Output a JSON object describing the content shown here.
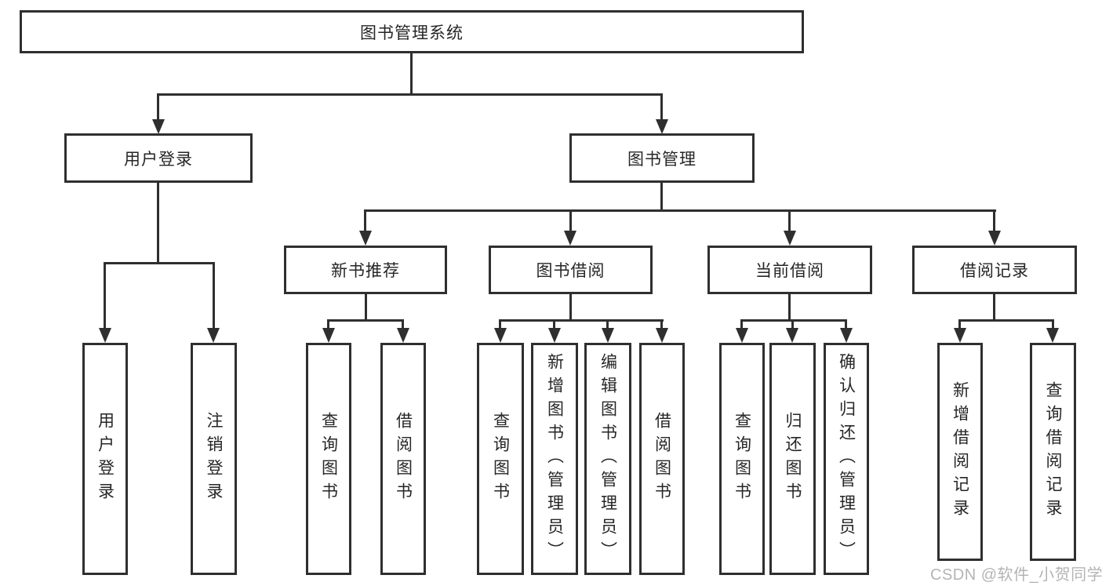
{
  "diagram": {
    "root": {
      "label": "图书管理系统"
    },
    "branches": [
      {
        "label": "用户登录",
        "children": [
          {
            "label": "用户登录"
          },
          {
            "label": "注销登录"
          }
        ]
      },
      {
        "label": "图书管理",
        "children": [
          {
            "label": "新书推荐",
            "children": [
              {
                "label": "查询图书"
              },
              {
                "label": "借阅图书"
              }
            ]
          },
          {
            "label": "图书借阅",
            "children": [
              {
                "label": "查询图书"
              },
              {
                "label": "新增图书（管理员）"
              },
              {
                "label": "编辑图书（管理员）"
              },
              {
                "label": "借阅图书"
              }
            ]
          },
          {
            "label": "当前借阅",
            "children": [
              {
                "label": "查询图书"
              },
              {
                "label": "归还图书"
              },
              {
                "label": "确认归还（管理员）"
              }
            ]
          },
          {
            "label": "借阅记录",
            "children": [
              {
                "label": "新增借阅记录"
              },
              {
                "label": "查询借阅记录"
              }
            ]
          }
        ]
      }
    ],
    "watermark": "CSDN @软件_小贺同学",
    "colors": {
      "line": "#2f2f2f",
      "text": "#262626",
      "watermark": "#b4b4b4",
      "background": "#ffffff"
    }
  }
}
